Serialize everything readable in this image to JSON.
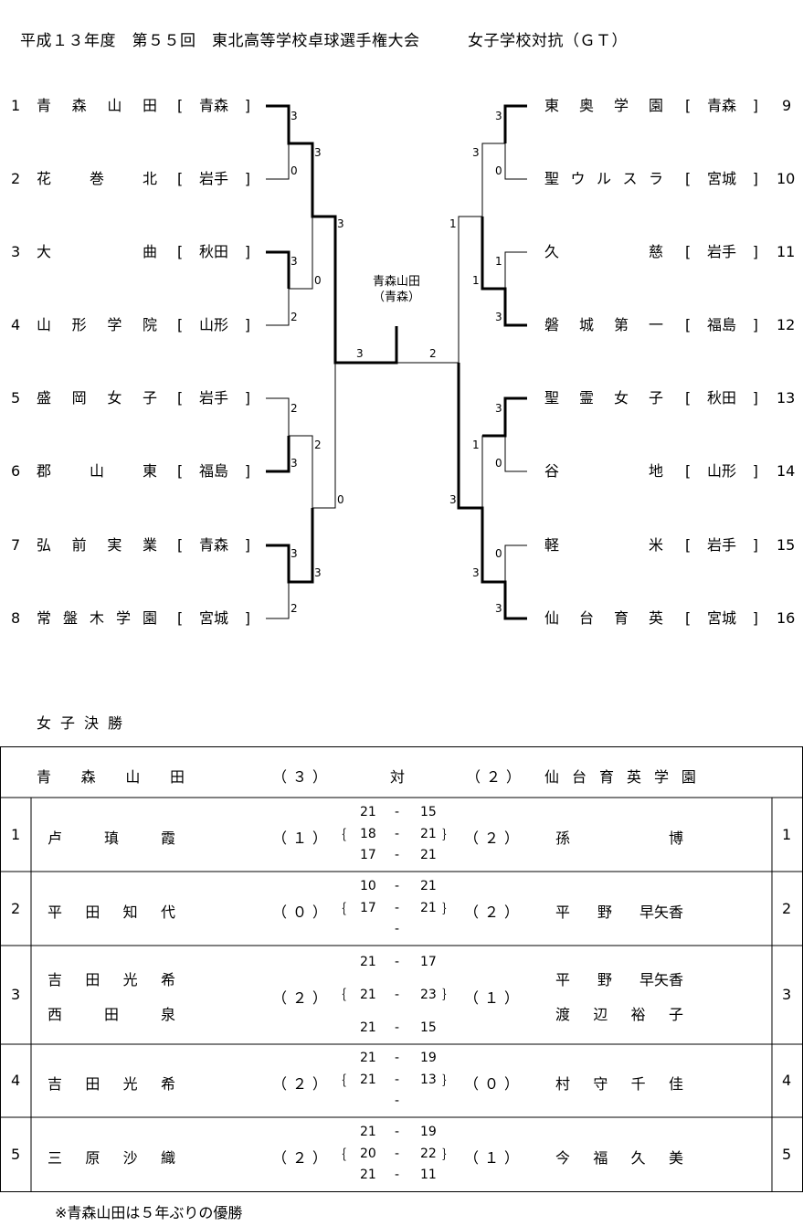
{
  "title": "平成１３年度　第５５回　東北高等学校卓球選手権大会　　　女子学校対抗（ＧＴ）",
  "champion": {
    "name": "青森山田",
    "pref": "（青森）"
  },
  "left_teams": [
    {
      "no": "1",
      "name": "青森山田",
      "pref": "青森"
    },
    {
      "no": "2",
      "name": "花巻北",
      "pref": "岩手"
    },
    {
      "no": "3",
      "name": "大曲",
      "pref": "秋田"
    },
    {
      "no": "4",
      "name": "山形学院",
      "pref": "山形"
    },
    {
      "no": "5",
      "name": "盛岡女子",
      "pref": "岩手"
    },
    {
      "no": "6",
      "name": "郡山東",
      "pref": "福島"
    },
    {
      "no": "7",
      "name": "弘前実業",
      "pref": "青森"
    },
    {
      "no": "8",
      "name": "常盤木学園",
      "pref": "宮城"
    }
  ],
  "right_teams": [
    {
      "no": "9",
      "name": "東奥学園",
      "pref": "青森"
    },
    {
      "no": "10",
      "name": "聖ウルスラ",
      "pref": "宮城"
    },
    {
      "no": "11",
      "name": "久慈",
      "pref": "岩手"
    },
    {
      "no": "12",
      "name": "磐城第一",
      "pref": "福島"
    },
    {
      "no": "13",
      "name": "聖霊女子",
      "pref": "秋田"
    },
    {
      "no": "14",
      "name": "谷地",
      "pref": "山形"
    },
    {
      "no": "15",
      "name": "軽米",
      "pref": "岩手"
    },
    {
      "no": "16",
      "name": "仙台育英",
      "pref": "宮城"
    }
  ],
  "scores": {
    "l1": [
      "3",
      "0",
      "3",
      "2",
      "2",
      "3",
      "3",
      "2"
    ],
    "l2": [
      "3",
      "0",
      "2",
      "3"
    ],
    "l3": [
      "3",
      "0"
    ],
    "final": [
      "3",
      "2"
    ],
    "r3": [
      "1",
      "3"
    ],
    "r2": [
      "3",
      "1",
      "1",
      "3"
    ],
    "r1": [
      "3",
      "0",
      "1",
      "3",
      "3",
      "0",
      "0",
      "3"
    ]
  },
  "final": {
    "title": "女子決勝",
    "team_a": "青森山田",
    "team_a_score": "（３）",
    "vs": "対",
    "team_b_score": "（２）",
    "team_b": "仙台育英学園",
    "matches": [
      {
        "no": "1",
        "a": [
          "卢",
          "瑱",
          "霞"
        ],
        "as": "（１）",
        "games": [
          [
            "21",
            "15"
          ],
          [
            "18",
            "21"
          ],
          [
            "17",
            "21"
          ]
        ],
        "bs": "（２）",
        "b": [
          "孫",
          "",
          "博"
        ]
      },
      {
        "no": "2",
        "a": [
          "平",
          "田",
          "知",
          "代"
        ],
        "as": "（０）",
        "games": [
          [
            "10",
            "21"
          ],
          [
            "17",
            "21"
          ],
          [
            "",
            ""
          ]
        ],
        "bs": "（２）",
        "b": [
          "平",
          "野",
          "早矢香"
        ]
      },
      {
        "no": "3",
        "a": [
          "吉",
          "田",
          "光",
          "希"
        ],
        "a2": [
          "西",
          "田",
          "泉"
        ],
        "as": "（２）",
        "games": [
          [
            "21",
            "17"
          ],
          [
            "21",
            "23"
          ],
          [
            "21",
            "15"
          ]
        ],
        "bs": "（１）",
        "b": [
          "平",
          "野",
          "早矢香"
        ],
        "b2": [
          "渡",
          "辺",
          "裕",
          "子"
        ]
      },
      {
        "no": "4",
        "a": [
          "吉",
          "田",
          "光",
          "希"
        ],
        "as": "（２）",
        "games": [
          [
            "21",
            "19"
          ],
          [
            "21",
            "13"
          ],
          [
            "",
            ""
          ]
        ],
        "bs": "（０）",
        "b": [
          "村",
          "守",
          "千",
          "佳"
        ]
      },
      {
        "no": "5",
        "a": [
          "三",
          "原",
          "沙",
          "織"
        ],
        "as": "（２）",
        "games": [
          [
            "21",
            "19"
          ],
          [
            "20",
            "22"
          ],
          [
            "21",
            "11"
          ]
        ],
        "bs": "（１）",
        "b": [
          "今",
          "福",
          "久",
          "美"
        ]
      }
    ],
    "note": "※青森山田は５年ぶりの優勝"
  }
}
